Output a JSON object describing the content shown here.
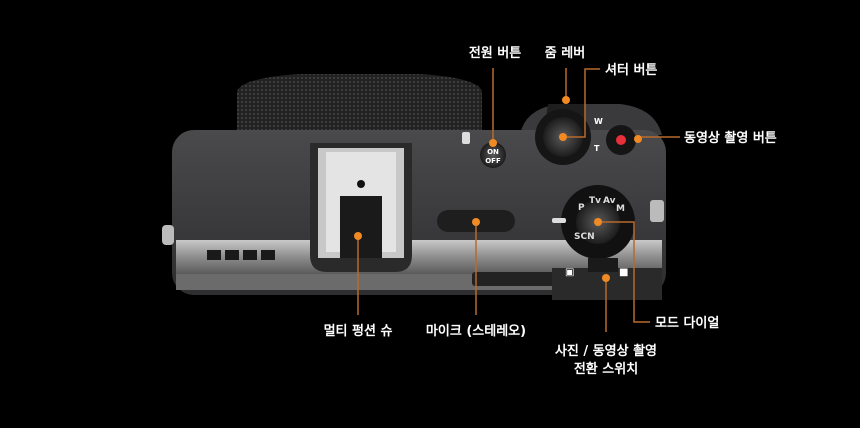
{
  "diagram": {
    "labels": {
      "power_button": "전원 버튼",
      "zoom_lever": "줌 레버",
      "shutter_button": "셔터 버튼",
      "movie_button": "동영상 촬영 버튼",
      "multi_function_shoe": "멀티 펑션 슈",
      "microphone": "마이크 (스테레오)",
      "mode_dial": "모드 다이얼",
      "switch_line1": "사진 / 동영상 촬영",
      "switch_line2": "전환 스위치"
    },
    "camera_markings": {
      "power_on": "ON",
      "power_off": "OFF",
      "zoom_wide": "W",
      "zoom_tele": "T",
      "mode_p": "P",
      "mode_tv": "Tv",
      "mode_av": "Av",
      "mode_m": "M",
      "mode_scn": "SCN"
    },
    "colors": {
      "accent": "#f08a24",
      "leader": "#b86a2c",
      "record": "#e8303a"
    }
  }
}
